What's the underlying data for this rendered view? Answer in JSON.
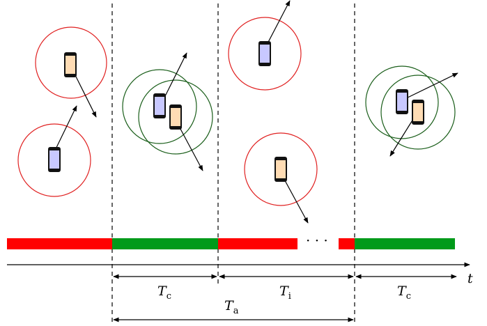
{
  "colors": {
    "red_range": "#e02020",
    "green_range": "#1a5e1a",
    "bar_red": "#ff0000",
    "bar_green": "#009a1a",
    "device_blue": "#c8c8ff",
    "device_peach": "#ffdcb4"
  },
  "labels": {
    "tc_first": {
      "main": "T",
      "sub": "c"
    },
    "ti": {
      "main": "T",
      "sub": "i"
    },
    "tc_second": {
      "main": "T",
      "sub": "c"
    },
    "ta": {
      "main": "T",
      "sub": "a"
    },
    "time_axis": "t",
    "ellipsis": "· · ·"
  },
  "timeline_segments": [
    {
      "state": "non-contact",
      "color": "red"
    },
    {
      "state": "contact",
      "color": "green"
    },
    {
      "state": "non-contact",
      "color": "red"
    },
    {
      "state": "non-contact",
      "color": "red"
    },
    {
      "state": "contact",
      "color": "green"
    }
  ],
  "icons": {
    "device": "smartphone-icon",
    "movement": "arrow-icon"
  }
}
